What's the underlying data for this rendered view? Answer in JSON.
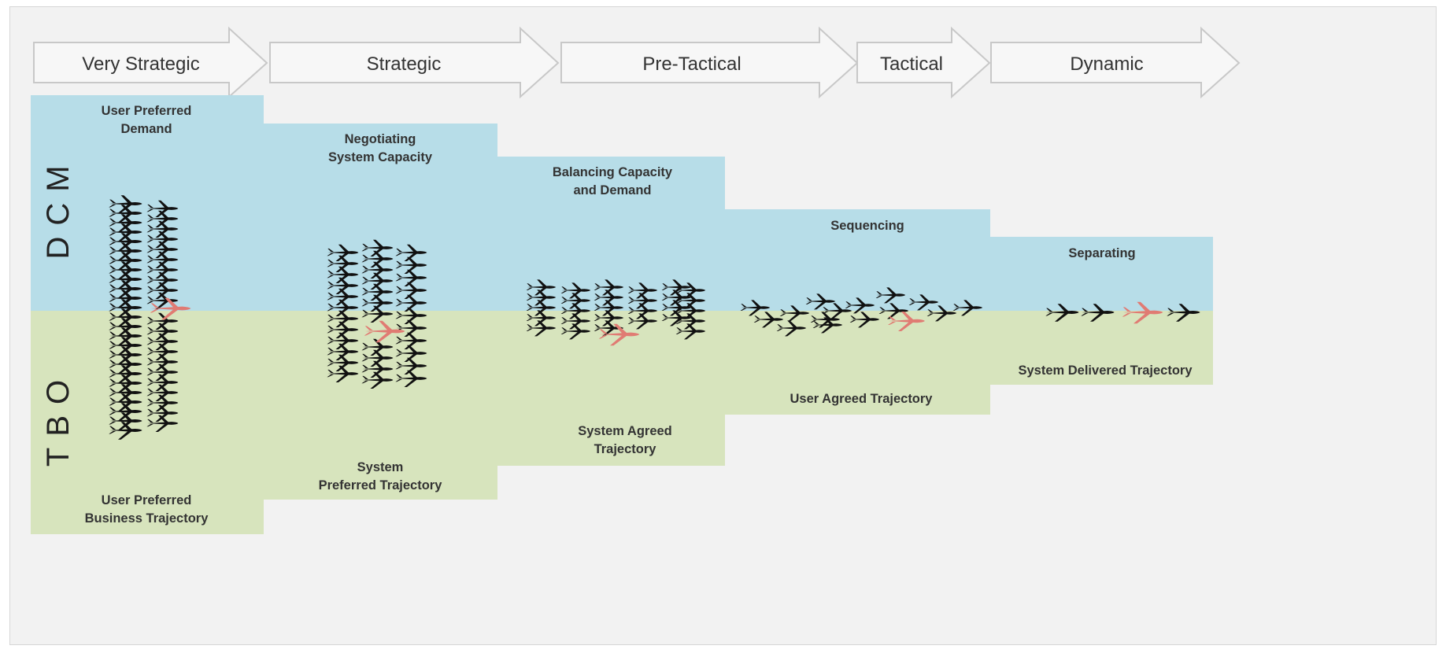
{
  "phases": [
    "Very Strategic",
    "Strategic",
    "Pre-Tactical",
    "Tactical",
    "Dynamic"
  ],
  "side_labels": {
    "top": "DCM",
    "bottom": "TBO"
  },
  "columns": [
    {
      "dcm_label": [
        "User Preferred",
        "Demand"
      ],
      "tbo_label": [
        "User Preferred",
        "Business Trajectory"
      ]
    },
    {
      "dcm_label": [
        "Negotiating",
        "System Capacity"
      ],
      "tbo_label": [
        "System",
        "Preferred Trajectory"
      ]
    },
    {
      "dcm_label": [
        "Balancing Capacity",
        "and Demand"
      ],
      "tbo_label": [
        "System Agreed",
        "Trajectory"
      ]
    },
    {
      "dcm_label": [
        "Sequencing"
      ],
      "tbo_label": [
        "User Agreed Trajectory"
      ]
    },
    {
      "dcm_label": [
        "Separating"
      ],
      "tbo_label": [
        "System  Delivered Trajectory"
      ]
    }
  ],
  "colors": {
    "dcm_band": "#b7dde8",
    "tbo_band": "#d7e4bd",
    "aircraft": "#111111",
    "highlight_aircraft": "#e07b73",
    "arrow_fill": "#f7f7f7",
    "arrow_stroke": "#c8c8c8"
  },
  "icons": {
    "aircraft": "airplane-icon",
    "highlight": "highlighted-airplane-icon"
  }
}
